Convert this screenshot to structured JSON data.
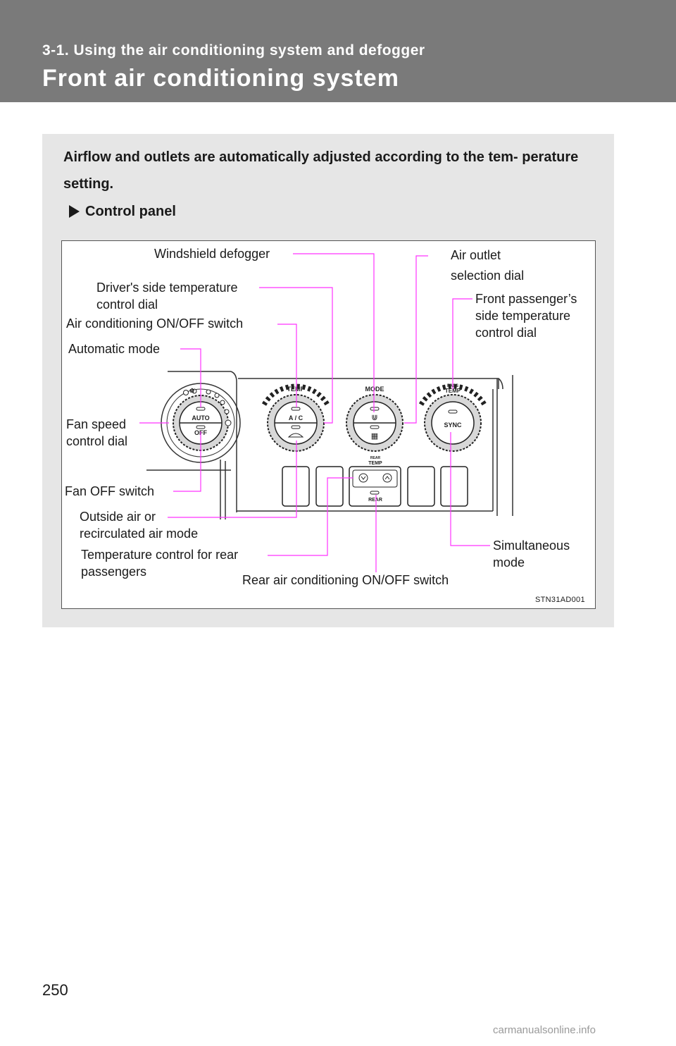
{
  "header": {
    "section_title": "3-1. Using the air conditioning system and defogger",
    "page_title": "Front air conditioning system"
  },
  "intro": {
    "text": "Airflow and outlets are automatically adjusted according to the tem- perature setting.",
    "subheading": "Control panel"
  },
  "figure": {
    "labels": {
      "windshield_defogger": "Windshield defogger",
      "air_outlet_1": "Air outlet",
      "air_outlet_2": "selection dial",
      "driver_temp_1": "Driver's side temperature",
      "driver_temp_2": "control dial",
      "passenger_temp_1": "Front passenger’s",
      "passenger_temp_2": "side temperature",
      "passenger_temp_3": "control dial",
      "ac_switch": "Air conditioning ON/OFF switch",
      "automatic_mode": "Automatic mode",
      "fan_speed_1": "Fan speed",
      "fan_speed_2": "control dial",
      "fan_off": "Fan OFF switch",
      "outside_air_1": "Outside air or",
      "outside_air_2": "recirculated air mode",
      "rear_temp_1": "Temperature control for rear",
      "rear_temp_2": "passengers",
      "rear_ac": "Rear air conditioning ON/OFF switch",
      "simultaneous_1": "Simultaneous",
      "simultaneous_2": "mode"
    },
    "panel_text": {
      "auto": "AUTO",
      "off": "OFF",
      "temp": "TEMP",
      "ac": "A / C",
      "mode": "MODE",
      "pass": "PASS",
      "pass_temp": "TEMP",
      "sync": "SYNC",
      "rear_top": "REAR",
      "rear_temp": "TEMP",
      "rear_bottom": "REAR"
    },
    "code": "STN31AD001",
    "leader_color": "#ff33ff"
  },
  "footer": {
    "page_number": "250",
    "watermark": "carmanualsonline.info"
  }
}
